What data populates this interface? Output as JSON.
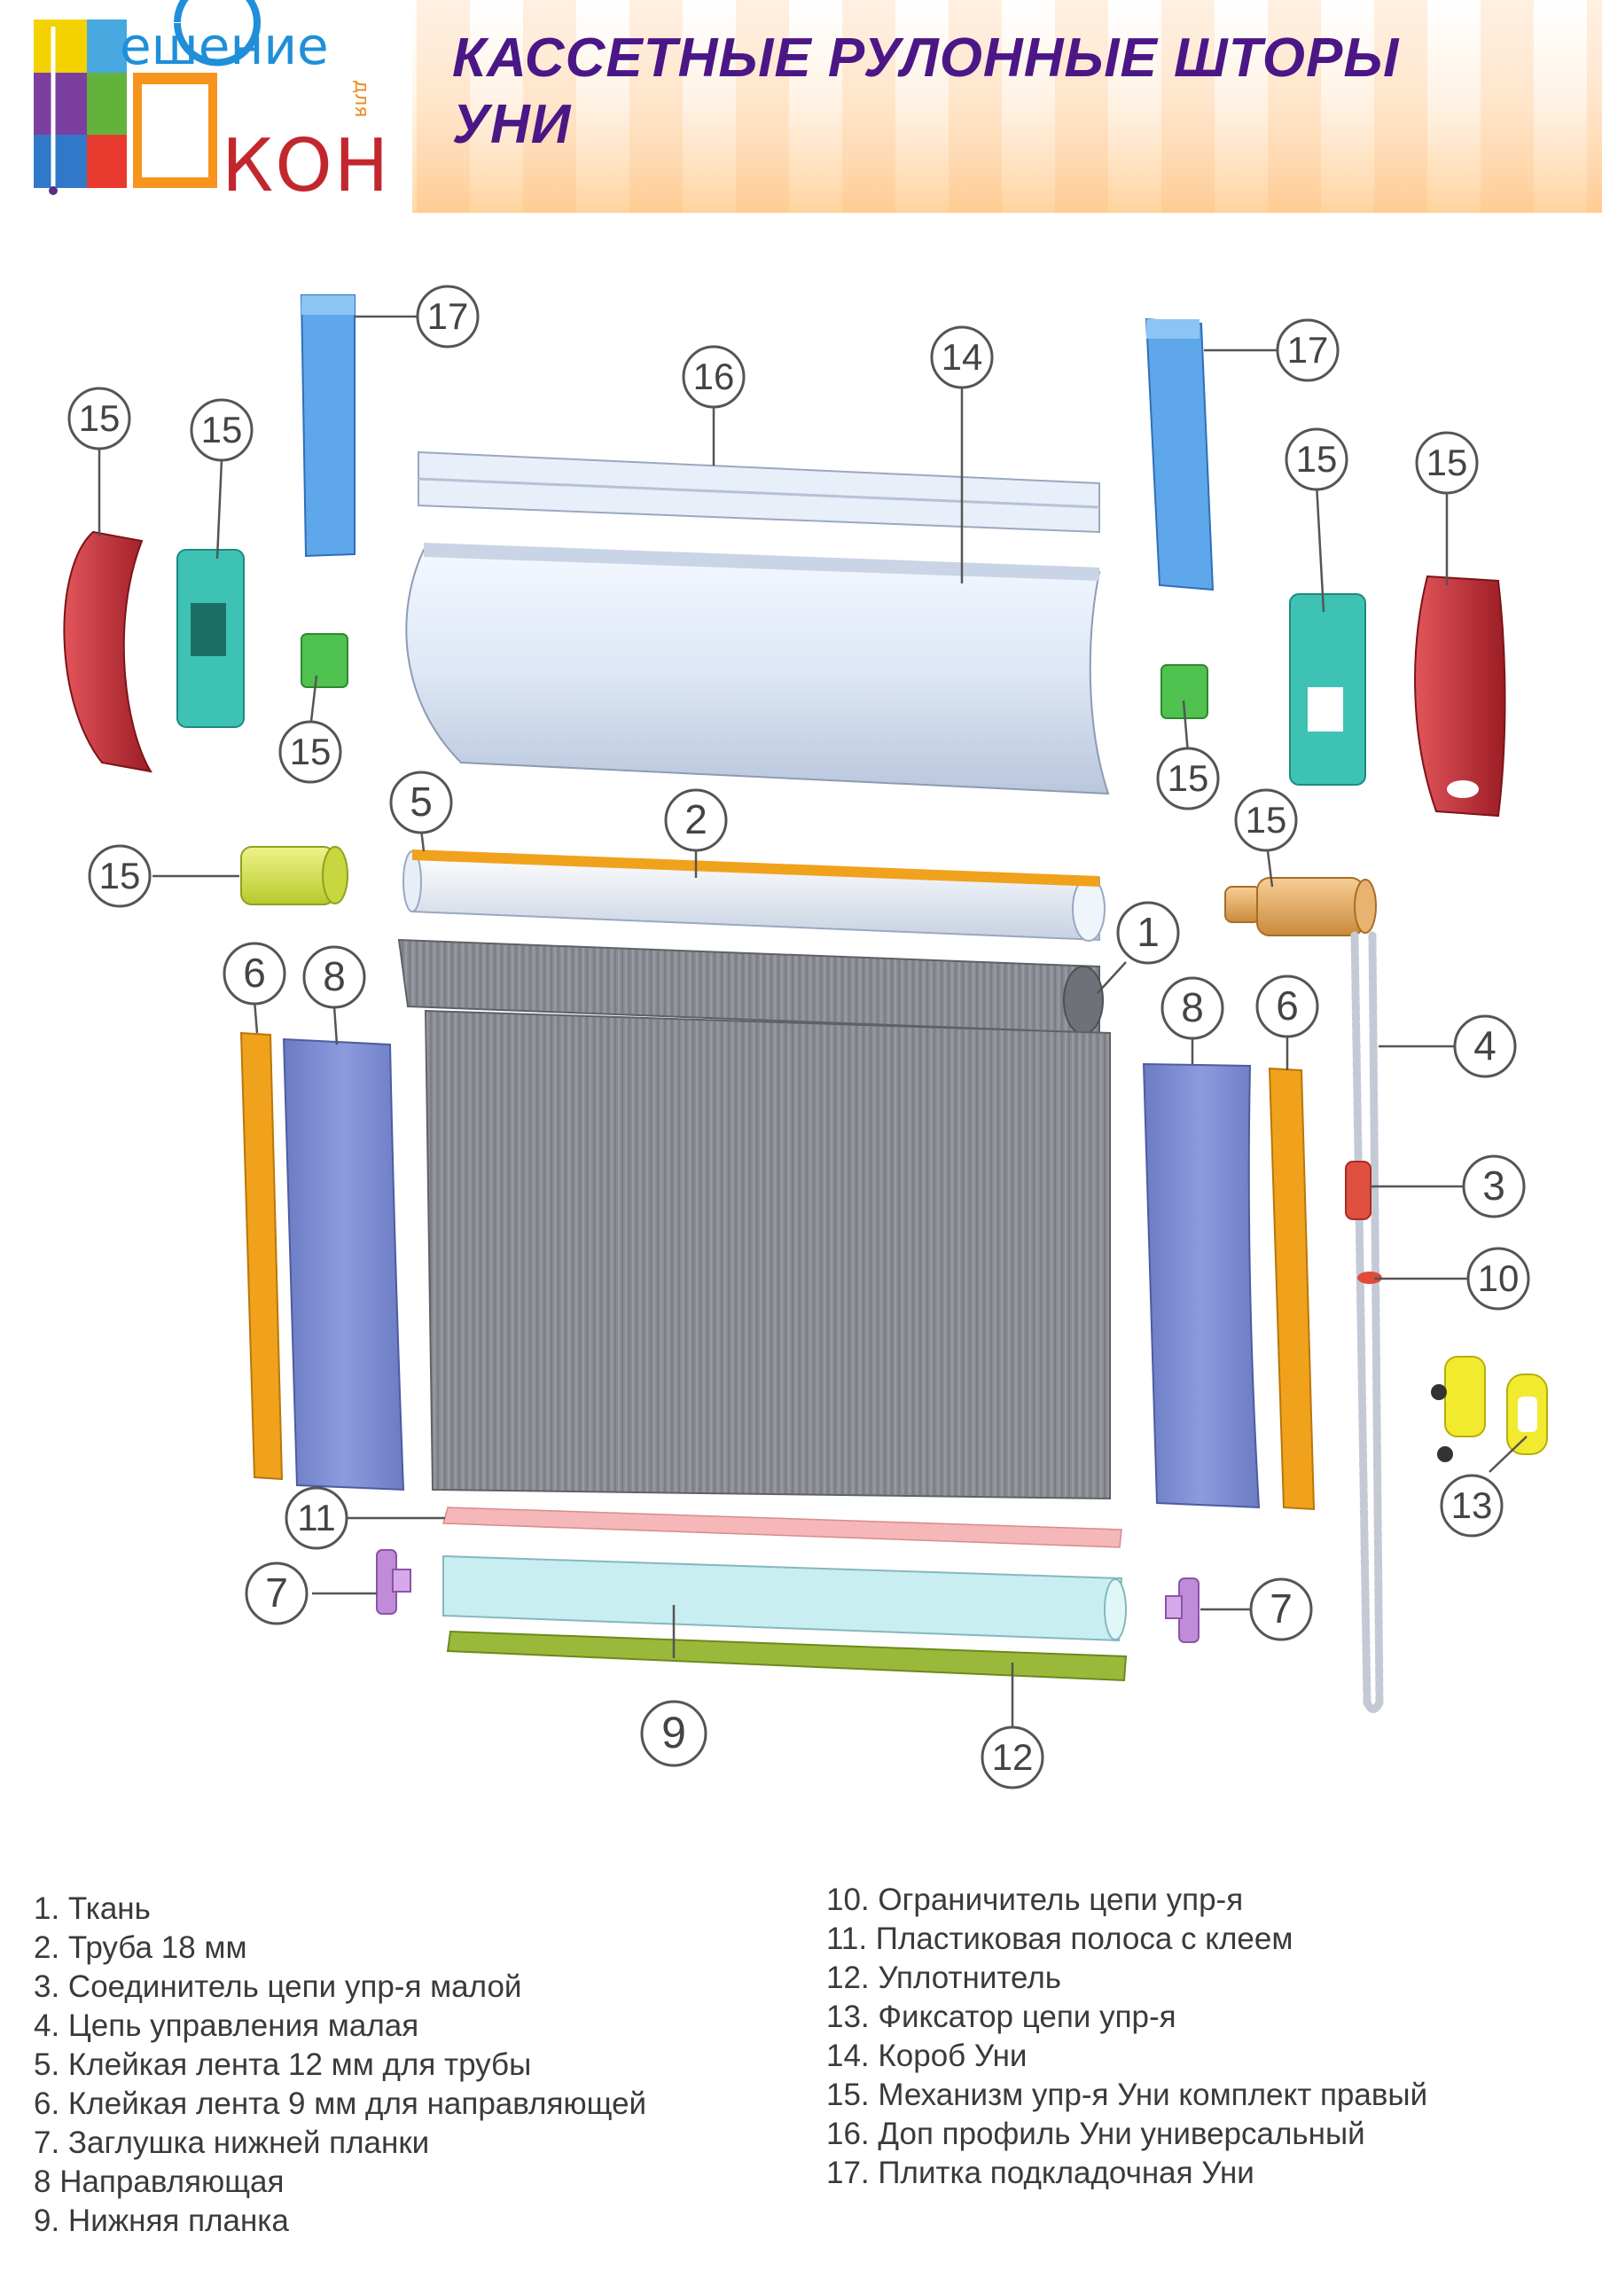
{
  "header": {
    "logo": {
      "top_text": "ешение",
      "bottom_text": "КОН",
      "small_text": "для"
    },
    "title_line1": "КАССЕТНЫЕ РУЛОННЫЕ ШТОРЫ",
    "title_line2": "УНИ"
  },
  "colors": {
    "title": "#4b1786",
    "callout_stroke": "#555555",
    "cassette": "#dfe9f7",
    "end_cap": "#c8323a",
    "bracket": "#5fb7e8",
    "mechanism": "#3ec2b4",
    "adapter": "#4fc24f",
    "plug": "#d9e85a",
    "chain_end": "#e6a860",
    "tape": "#f0a21c",
    "guide": "#7f8fd0",
    "fabric": "#7d7f86",
    "bottom_bar": "#c8eef2",
    "strip": "#f5b7b7",
    "seal": "#9ab93a",
    "end_plug": "#c08bd8",
    "fixator": "#f2ea2e",
    "chain": "#d8dde6",
    "connector": "#e05040"
  },
  "callouts": [
    {
      "id": "c17a",
      "number": "17"
    },
    {
      "id": "c16",
      "number": "16"
    },
    {
      "id": "c14",
      "number": "14"
    },
    {
      "id": "c17b",
      "number": "17"
    },
    {
      "id": "c15a",
      "number": "15"
    },
    {
      "id": "c15b",
      "number": "15"
    },
    {
      "id": "c15c",
      "number": "15"
    },
    {
      "id": "c15d",
      "number": "15"
    },
    {
      "id": "c15e",
      "number": "15"
    },
    {
      "id": "c15f",
      "number": "15"
    },
    {
      "id": "c15g",
      "number": "15"
    },
    {
      "id": "c15h",
      "number": "15"
    },
    {
      "id": "c5",
      "number": "5"
    },
    {
      "id": "c2",
      "number": "2"
    },
    {
      "id": "c1",
      "number": "1"
    },
    {
      "id": "c6a",
      "number": "6"
    },
    {
      "id": "c8a",
      "number": "8"
    },
    {
      "id": "c8b",
      "number": "8"
    },
    {
      "id": "c6b",
      "number": "6"
    },
    {
      "id": "c4",
      "number": "4"
    },
    {
      "id": "c3",
      "number": "3"
    },
    {
      "id": "c10",
      "number": "10"
    },
    {
      "id": "c13",
      "number": "13"
    },
    {
      "id": "c11",
      "number": "11"
    },
    {
      "id": "c7a",
      "number": "7"
    },
    {
      "id": "c7b",
      "number": "7"
    },
    {
      "id": "c9",
      "number": "9"
    },
    {
      "id": "c12",
      "number": "12"
    }
  ],
  "legend": {
    "left": [
      "1. Ткань",
      "2. Труба 18 мм",
      "3. Соединитель цепи упр-я малой",
      "4. Цепь управления малая",
      "5. Клейкая лента 12 мм для трубы",
      "6. Клейкая лента 9 мм для направляющей",
      "7. Заглушка нижней планки",
      "8 Направляющая",
      "9. Нижняя планка"
    ],
    "right": [
      "10. Ограничитель цепи упр-я",
      "11. Пластиковая полоса с клеем",
      "12. Уплотнитель",
      "13. Фиксатор цепи упр-я",
      "14. Короб Уни",
      "15. Механизм упр-я Уни комплект правый",
      "16. Доп профиль Уни универсальный",
      "17. Плитка подкладочная Уни"
    ]
  }
}
